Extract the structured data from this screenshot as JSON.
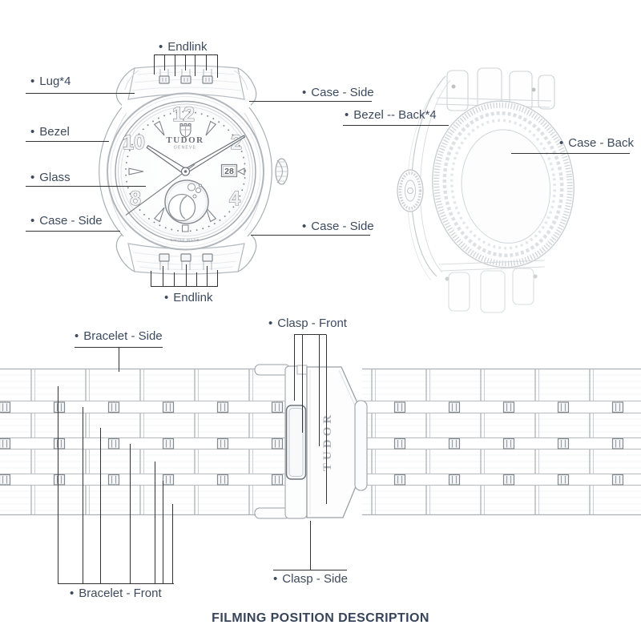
{
  "title": "FILMING POSITION DESCRIPTION",
  "bullet": "•",
  "labels": {
    "endlink_top": "Endlink",
    "lug": "Lug*4",
    "bezel": "Bezel",
    "glass": "Glass",
    "case_side_left": "Case - Side",
    "case_side_right_top": "Case - Side",
    "bezel_back": "Bezel -- Back*4",
    "case_back": "Case - Back",
    "case_side_right_bottom": "Case - Side",
    "endlink_bottom": "Endlink",
    "bracelet_side": "Bracelet - Side",
    "clasp_front": "Clasp - Front",
    "bracelet_front": "Bracelet - Front",
    "clasp_side": "Clasp - Side"
  },
  "watch_front": {
    "brand": "TUDOR",
    "brand_sub": "GENEVE",
    "date": "28",
    "swiss_made": "SWISS MADE",
    "numerals": {
      "n12": "12",
      "n10": "10",
      "n2": "2",
      "n8": "8",
      "n4": "4"
    }
  },
  "clasp": {
    "brand": "TUDOR"
  },
  "colors": {
    "label_text": "#3d4a5c",
    "leader_line": "#333333",
    "title_text": "#37445a",
    "sketch_light": "#c6cbd0",
    "sketch_mid": "#9aa0a6",
    "sketch_dark": "#70767c"
  }
}
